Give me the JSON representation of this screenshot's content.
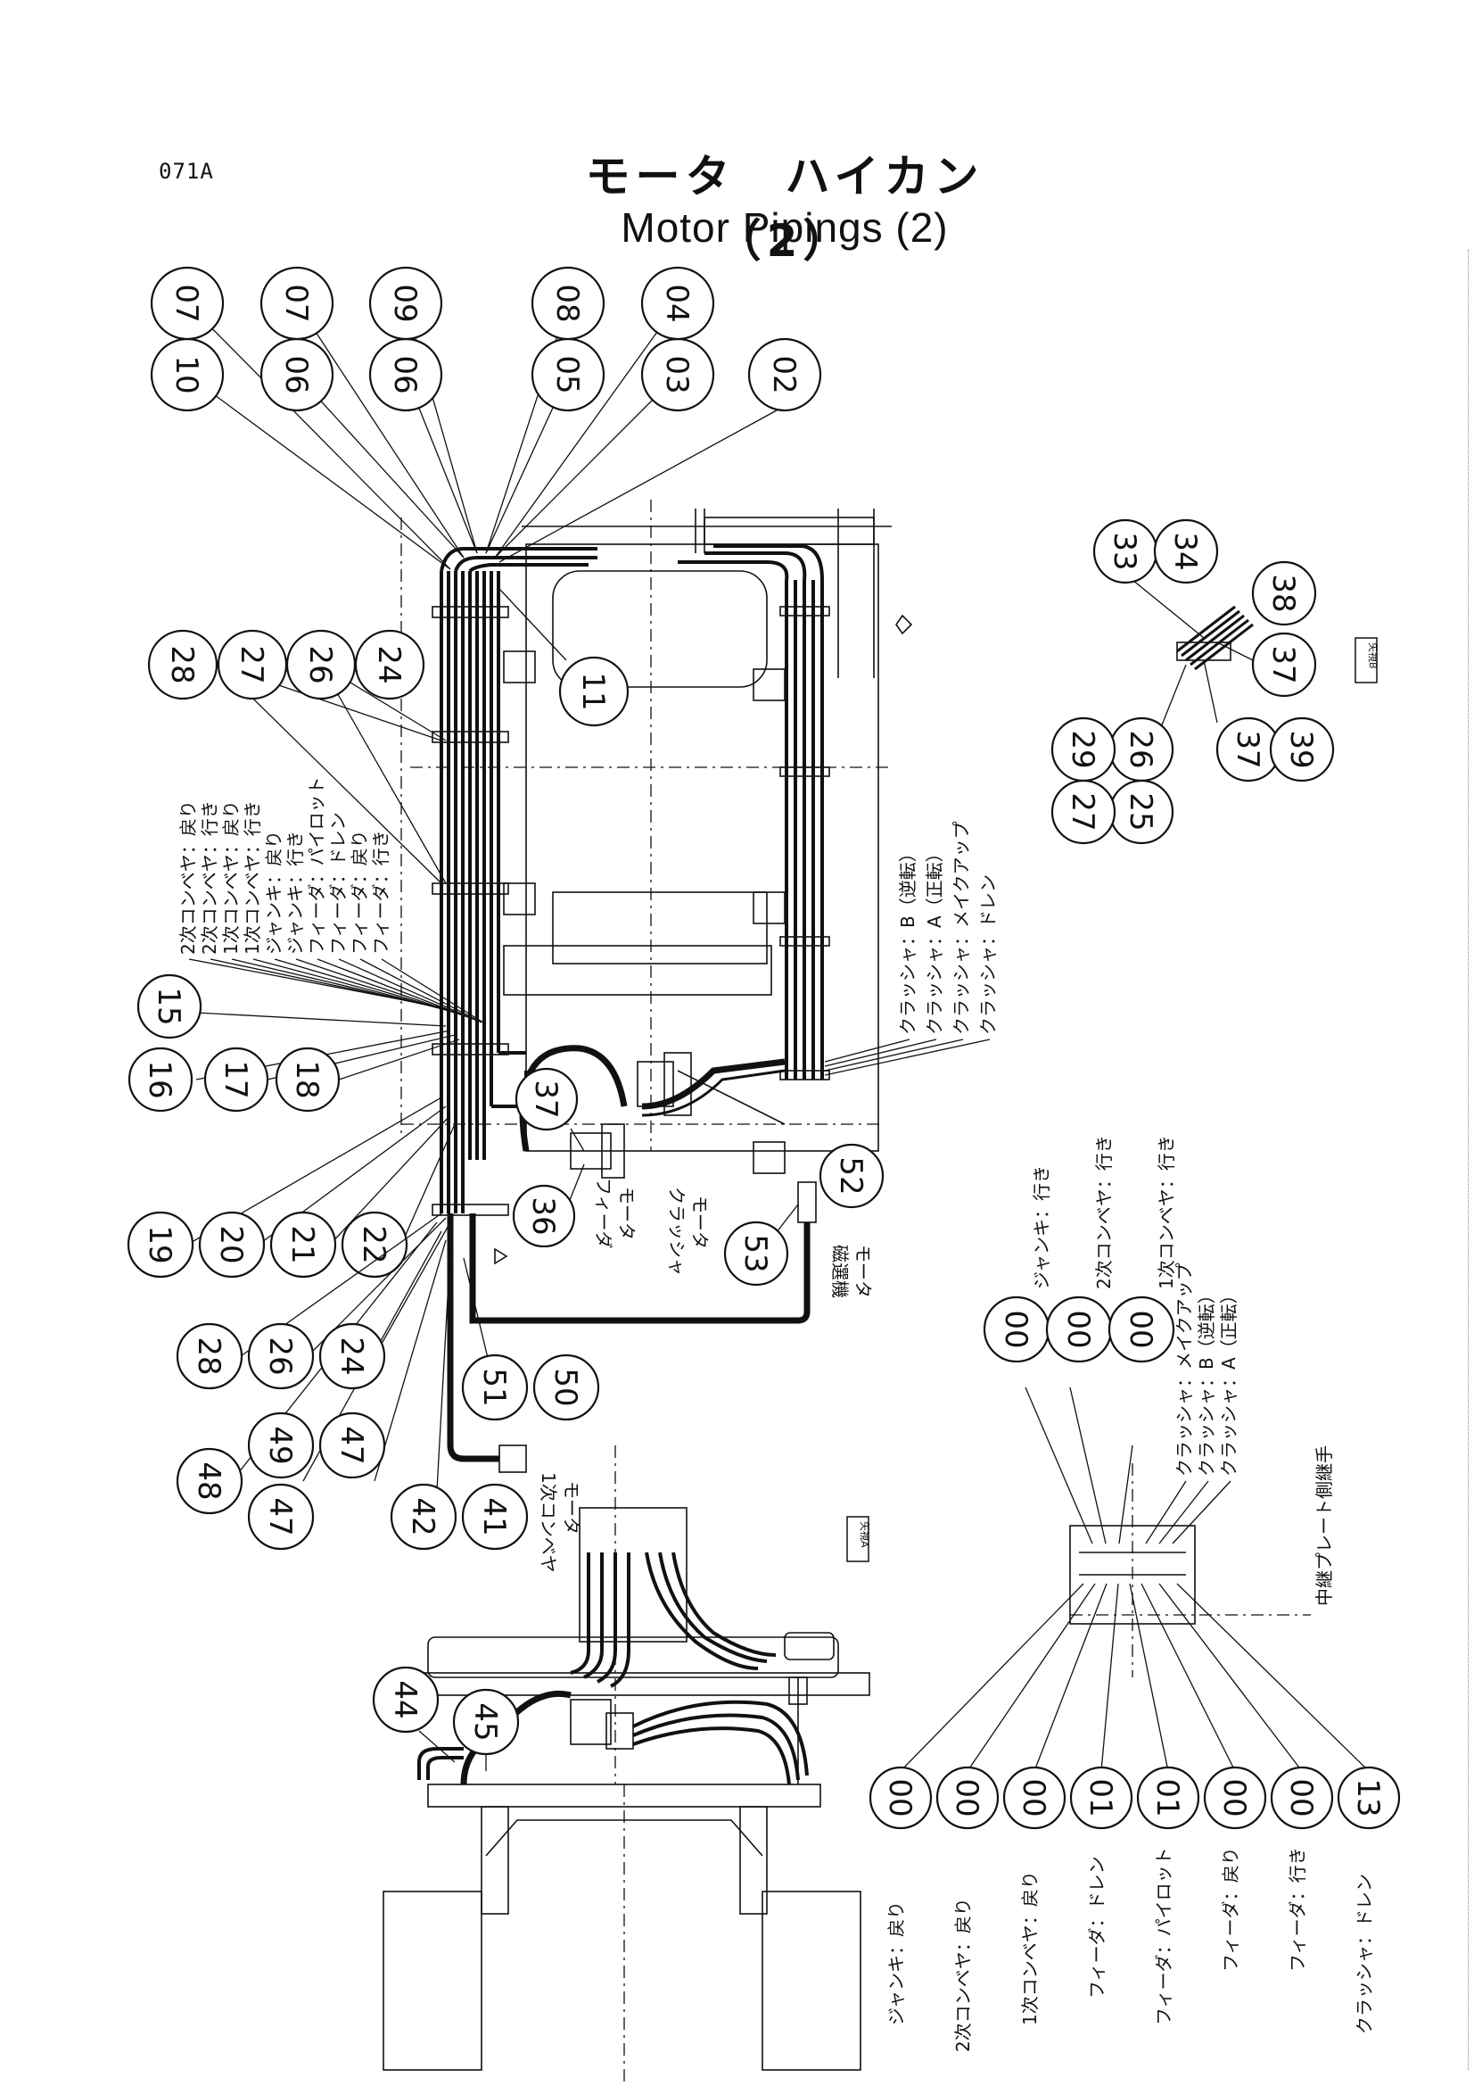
{
  "header": {
    "doc_id": "071A",
    "title_jp": "モータ　ハイカン（2）",
    "title_en": "Motor Pipings (2)"
  },
  "top_callouts": [
    "10",
    "07",
    "06",
    "07",
    "06",
    "09",
    "05",
    "08",
    "03",
    "04",
    "02"
  ],
  "callout_11": "11",
  "left_callouts_a": [
    "28",
    "27",
    "26",
    "24"
  ],
  "left_labels": [
    "2次コンベヤ：戻り",
    "2次コンベヤ：行き",
    "1次コンベヤ：戻り",
    "1次コンベヤ：行き",
    "ジャンキ：戻り",
    "ジャンキ：行き",
    "フィーダ：パイロット",
    "フィーダ：ドレン",
    "フィーダ：戻り",
    "フィーダ：行き"
  ],
  "left_callouts_b": [
    "15",
    "16",
    "17",
    "18"
  ],
  "left_callouts_c": [
    "19",
    "20",
    "21",
    "22"
  ],
  "left_callouts_d": [
    "28",
    "26",
    "24",
    "48",
    "49",
    "47",
    "47",
    "42",
    "41"
  ],
  "conveyor_callouts": [
    "51",
    "50"
  ],
  "conveyor_label": "1次コンベヤ\nモータ",
  "feeder_callouts": [
    "37",
    "36"
  ],
  "feeder_label": "フィーダ\nモータ",
  "crusher_label": "クラッシャ\nモータ",
  "magnet_callouts": [
    "53",
    "52"
  ],
  "magnet_label": "磁選機\nモータ",
  "crusher_labels": [
    "クラッシャ：B（逆転）",
    "クラッシャ：A（正転）",
    "クラッシャ：メイクアップ",
    "クラッシャ：ドレン"
  ],
  "detail_b_callouts": [
    "33",
    "34",
    "38",
    "37",
    "37",
    "39",
    "26",
    "25",
    "29",
    "27"
  ],
  "view_tags": [
    "矢視B",
    "矢視A"
  ],
  "relay_upper_callouts": [
    "00",
    "00",
    "00"
  ],
  "relay_upper_labels": [
    "ジャンキ：行き",
    "2次コンベヤ：行き",
    "1次コンベヤ：行き",
    "クラッシャ：メイクアップ",
    "クラッシャ：B（逆転）",
    "クラッシャ：A（正転）"
  ],
  "relay_title": "中継プレート側継手",
  "relay_lower_callouts": [
    "00",
    "00",
    "00",
    "01",
    "01",
    "00",
    "00",
    "13"
  ],
  "relay_lower_labels": [
    "ジャンキ：戻り",
    "2次コンベヤ：戻り",
    "1次コンベヤ：戻り",
    "フィーダ：ドレン",
    "フィーダ：パイロット",
    "フィーダ：戻り",
    "フィーダ：行き",
    "クラッシャ：ドレン"
  ],
  "bottom_callouts": [
    "44",
    "45"
  ]
}
